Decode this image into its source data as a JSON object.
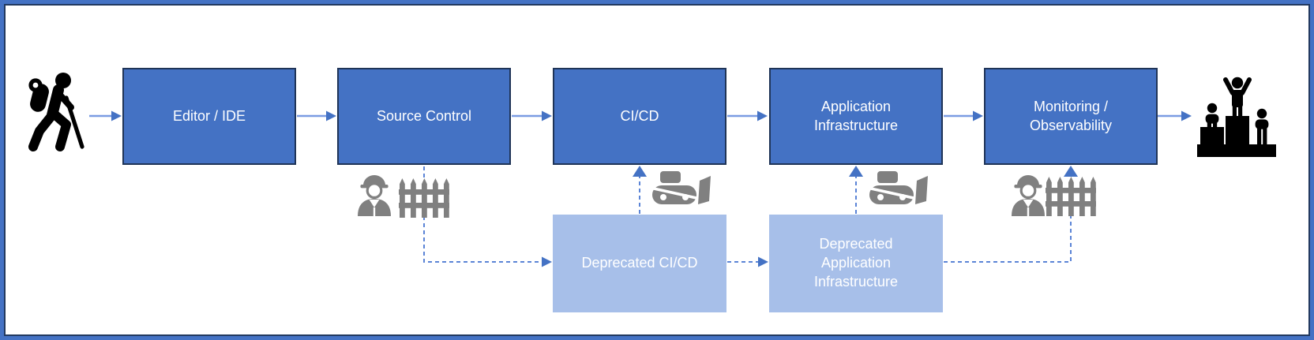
{
  "flow": {
    "boxes": [
      {
        "id": "editor-ide",
        "label": "Editor / IDE"
      },
      {
        "id": "source-control",
        "label": "Source Control"
      },
      {
        "id": "ci-cd",
        "label": "CI/CD"
      },
      {
        "id": "application-infrastructure",
        "label": "Application Infrastructure"
      },
      {
        "id": "monitoring-observability",
        "label": "Monitoring / Observability"
      }
    ],
    "deprecated_boxes": [
      {
        "id": "deprecated-ci-cd",
        "label": "Deprecated CI/CD"
      },
      {
        "id": "deprecated-application-infrastructure",
        "label": "Deprecated Application Infrastructure"
      }
    ]
  },
  "icons": [
    {
      "name": "hiker-icon",
      "color": "#000000"
    },
    {
      "name": "construction-worker-icon",
      "color": "#808080"
    },
    {
      "name": "fence-icon",
      "color": "#808080"
    },
    {
      "name": "bulldozer-icon",
      "color": "#808080"
    },
    {
      "name": "podium-winners-icon",
      "color": "#000000"
    }
  ],
  "colors": {
    "box_fill": "#4472C4",
    "box_border": "#1F3457",
    "deprecated_fill": "#A7BFE9",
    "solid_arrow": "#4472C4",
    "dashed_arrow": "#5B84D6",
    "icon_gray": "#808080",
    "figure_black": "#000000",
    "frame_blue": "#4472C4",
    "frame_inner_line": "#22395F",
    "text": "#FFFFFF",
    "background": "#FFFFFF"
  }
}
